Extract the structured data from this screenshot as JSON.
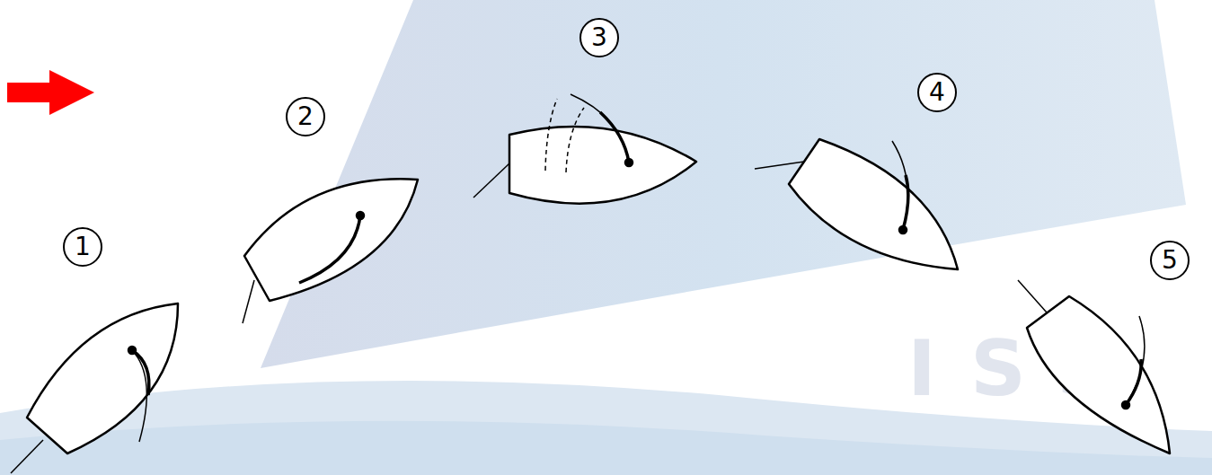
{
  "diagram": {
    "nodes": [
      {
        "text": [
          "1"
        ]
      },
      {
        "text": [
          "2"
        ]
      },
      {
        "text": [
          "3"
        ]
      },
      {
        "text": [
          "4"
        ]
      },
      {
        "text": [
          "5"
        ]
      }
    ],
    "labels": [
      "ISS"
    ]
  }
}
